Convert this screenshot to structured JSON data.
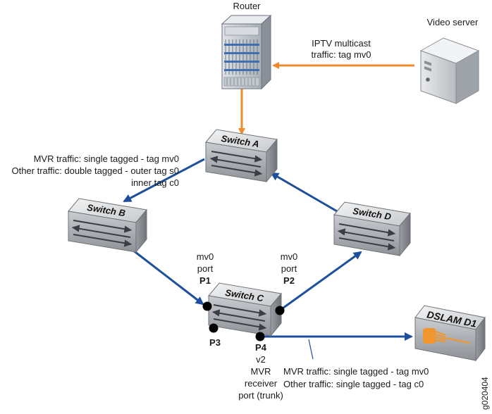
{
  "colors": {
    "multicast_link": "#ee8a2e",
    "trunk_link": "#1e4f9c",
    "switch_body": "#b4b8bd",
    "switch_top": "#e4e6e8",
    "dslam_body": "#c4c8cc",
    "port_dot": "#000000",
    "dslam_fiber": "#f0962f"
  },
  "nodes": {
    "router": {
      "label": "Router",
      "icon": "router-chassis-icon"
    },
    "video_server": {
      "label": "Video server",
      "icon": "server-tower-icon"
    },
    "switch_a": {
      "label": "Switch A",
      "icon": "switch-icon"
    },
    "switch_b": {
      "label": "Switch B",
      "icon": "switch-icon"
    },
    "switch_c": {
      "label": "Switch C",
      "icon": "switch-icon"
    },
    "switch_d": {
      "label": "Switch D",
      "icon": "switch-icon"
    },
    "dslam": {
      "label": "DSLAM D1",
      "icon": "dslam-icon"
    }
  },
  "annotations": {
    "iptv": [
      "IPTV multicast",
      "traffic: tag mv0"
    ],
    "switch_a_traffic": [
      "MVR traffic: single tagged - tag mv0",
      "Other traffic: double tagged - outer tag s0",
      "inner tag c0"
    ],
    "p1": [
      "mv0",
      "port",
      "P1"
    ],
    "p2": [
      "mv0",
      "port",
      "P2"
    ],
    "p3": "P3",
    "p4": [
      "P4",
      "v2",
      "MVR",
      "receiver",
      "port (trunk)"
    ],
    "dslam_traffic": [
      "MVR traffic: single tagged - tag mv0",
      "Other traffic: single tagged - tag c0"
    ]
  },
  "figure_code": "g020404"
}
